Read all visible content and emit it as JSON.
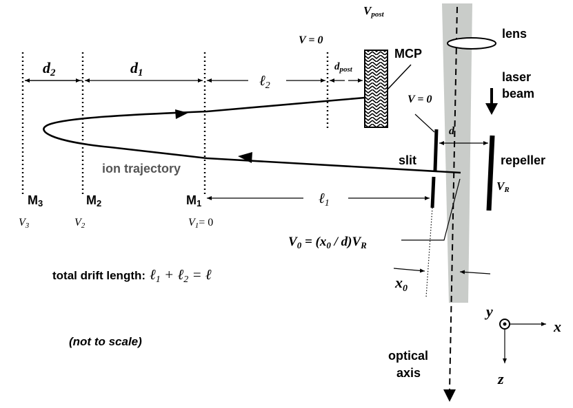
{
  "labels": {
    "v_post": "V",
    "v_post_sub": "post",
    "v_eq_0_top": "V = 0",
    "mcp": "MCP",
    "lens": "lens",
    "laser_line1": "laser",
    "laser_line2": "beam",
    "v_eq_0_slit": "V = 0",
    "d2": "d",
    "d2_sub": "2",
    "d1": "d",
    "d1_sub": "1",
    "l2": "ℓ",
    "l2_sub": "2",
    "d_post": "d",
    "d_post_sub": "post",
    "d": "d",
    "slit": "slit",
    "repeller": "repeller",
    "v_r": "V",
    "v_r_sub": "R",
    "ion_trajectory": "ion trajectory",
    "m3": "M",
    "m3_sub": "3",
    "m2": "M",
    "m2_sub": "2",
    "m1": "M",
    "m1_sub": "1",
    "v3": "V",
    "v3_sub": "3",
    "v2": "V",
    "v2_sub": "2",
    "v1": "V",
    "v1_sub": "1",
    "v1_eq": "= 0",
    "l1": "ℓ",
    "l1_sub": "1",
    "v0_eq_a": "V",
    "v0_eq_a_sub": "0",
    "v0_eq_b": " = (x",
    "v0_eq_b_sub": "0",
    "v0_eq_c": " / d)V",
    "v0_eq_c_sub": "R",
    "total_drift_text": "total drift length:",
    "total_drift_l": "ℓ",
    "total_drift_l1_sub": "1",
    "total_drift_plus": " + ℓ",
    "total_drift_l2_sub": "2",
    "total_drift_eq": " = ℓ",
    "x0": "x",
    "x0_sub": "0",
    "not_to_scale": "(not to scale)",
    "optical_line1": "optical",
    "optical_line2": "axis",
    "axis_x": "x",
    "axis_y": "y",
    "axis_z": "z"
  },
  "colors": {
    "beam": "#c9ccc9",
    "ink": "#000000",
    "trajectory_label": "#555555"
  }
}
